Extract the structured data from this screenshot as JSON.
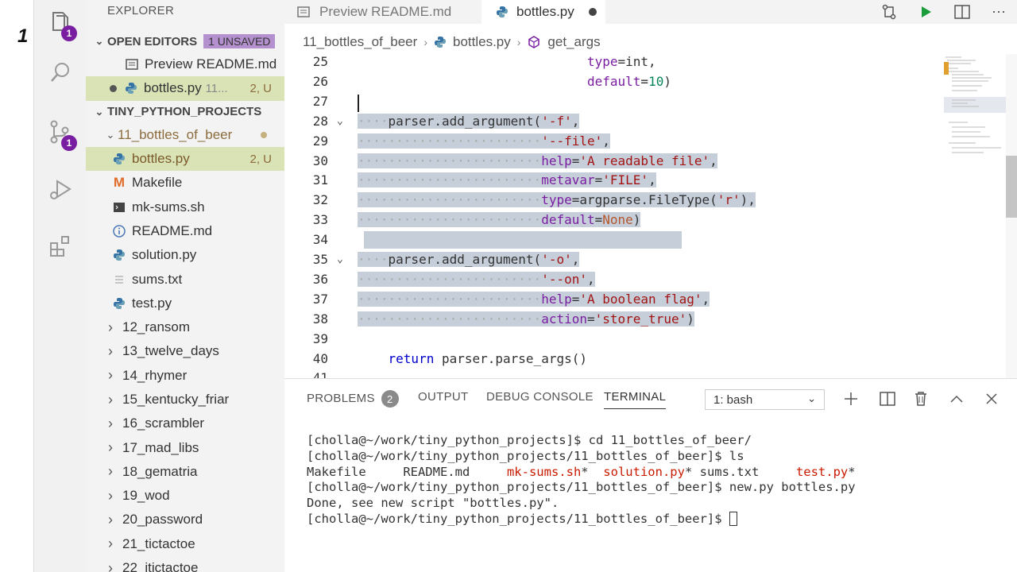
{
  "gutter_number": "1",
  "activity": {
    "explorer_badge": "1",
    "scm_badge": "1",
    "icons": [
      "files-icon",
      "search-icon",
      "source-control-icon",
      "run-debug-icon",
      "extensions-icon"
    ]
  },
  "sidebar": {
    "title": "EXPLORER",
    "open_editors": {
      "label": "OPEN EDITORS",
      "badge": "1 UNSAVED",
      "items": [
        {
          "name": "Preview README.md",
          "status": ""
        },
        {
          "name": "bottles.py",
          "detail": "11...",
          "status": "2, U"
        }
      ]
    },
    "project": {
      "label": "TINY_PYTHON_PROJECTS",
      "folder": "11_bottles_of_beer",
      "files": [
        {
          "name": "bottles.py",
          "status": "2, U",
          "icon": "python-icon"
        },
        {
          "name": "Makefile",
          "status": "",
          "icon": "makefile-icon",
          "icon_glyph": "M"
        },
        {
          "name": "mk-sums.sh",
          "status": "",
          "icon": "terminal-icon"
        },
        {
          "name": "README.md",
          "status": "",
          "icon": "info-icon"
        },
        {
          "name": "solution.py",
          "status": "",
          "icon": "python-icon"
        },
        {
          "name": "sums.txt",
          "status": "",
          "icon": "text-file-icon"
        },
        {
          "name": "test.py",
          "status": "",
          "icon": "python-icon"
        }
      ],
      "folders": [
        "12_ransom",
        "13_twelve_days",
        "14_rhymer",
        "15_kentucky_friar",
        "16_scrambler",
        "17_mad_libs",
        "18_gematria",
        "19_wod",
        "20_password",
        "21_tictactoe",
        "22_itictactoe"
      ]
    }
  },
  "tabs": [
    {
      "label": "Preview README.md",
      "active": false
    },
    {
      "label": "bottles.py",
      "active": true,
      "dirty": true
    }
  ],
  "breadcrumb": [
    "11_bottles_of_beer",
    "bottles.py",
    "get_args"
  ],
  "code": {
    "lines": [
      {
        "n": "25",
        "text": "type=int,"
      },
      {
        "n": "26",
        "text": "default=10)"
      },
      {
        "n": "27",
        "text": ""
      },
      {
        "n": "28",
        "text": "parser.add_argument('-f',"
      },
      {
        "n": "29",
        "text": "'--file',"
      },
      {
        "n": "30",
        "text": "help='A readable file',"
      },
      {
        "n": "31",
        "text": "metavar='FILE',"
      },
      {
        "n": "32",
        "text": "type=argparse.FileType('r'),"
      },
      {
        "n": "33",
        "text": "default=None)"
      },
      {
        "n": "34",
        "text": ""
      },
      {
        "n": "35",
        "text": "parser.add_argument('-o',"
      },
      {
        "n": "36",
        "text": "'--on',"
      },
      {
        "n": "37",
        "text": "help='A boolean flag',"
      },
      {
        "n": "38",
        "text": "action='store_true')"
      },
      {
        "n": "39",
        "text": ""
      },
      {
        "n": "40",
        "text": "return parser.parse_args()"
      },
      {
        "n": "41",
        "text": ""
      }
    ]
  },
  "panel": {
    "tabs": [
      "PROBLEMS",
      "OUTPUT",
      "DEBUG CONSOLE",
      "TERMINAL"
    ],
    "problems_count": "2",
    "terminal_select": "1: bash",
    "terminal_lines": [
      "[cholla@~/work/tiny_python_projects]$ cd 11_bottles_of_beer/",
      "[cholla@~/work/tiny_python_projects/11_bottles_of_beer]$ ls",
      "Makefile     README.md     mk-sums.sh*  solution.py* sums.txt     test.py*",
      "[cholla@~/work/tiny_python_projects/11_bottles_of_beer]$ new.py bottles.py",
      "Done, see new script \"bottles.py\".",
      "[cholla@~/work/tiny_python_projects/11_bottles_of_beer]$ "
    ]
  }
}
